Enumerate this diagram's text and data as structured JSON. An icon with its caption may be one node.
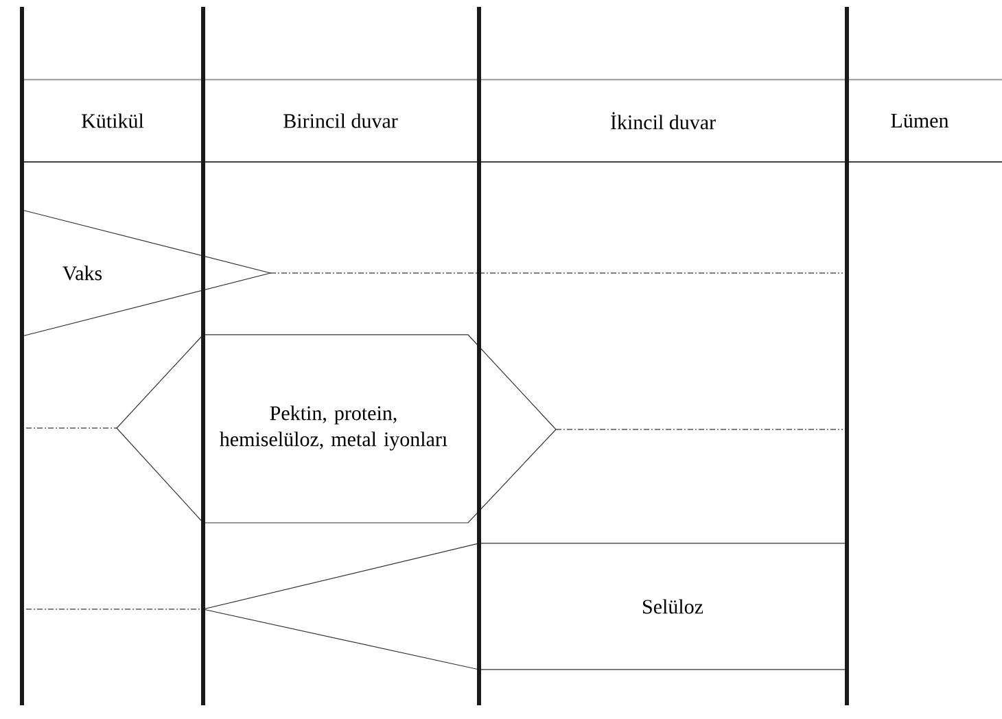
{
  "diagram": {
    "nodes": [
      {
        "text": [
          "Vaks"
        ]
      },
      {
        "text": [
          "Pektin, protein, hemiselüloz, metal iyonları"
        ]
      },
      {
        "text": [
          "Selüloz"
        ]
      }
    ],
    "labels": [
      "Kütikül",
      "Birincil duvar",
      "İkincil duvar",
      "Lümen"
    ]
  }
}
